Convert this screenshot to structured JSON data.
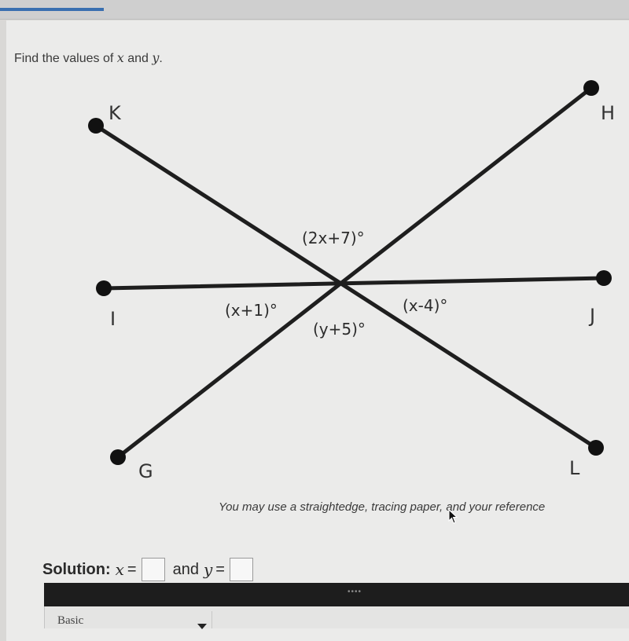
{
  "question": {
    "prefix": "Find the values of ",
    "var_x": "x",
    "conj": " and ",
    "var_y": "y",
    "suffix": "."
  },
  "diagram": {
    "points": {
      "K": "K",
      "H": "H",
      "I": "I",
      "J": "J",
      "G": "G",
      "L": "L"
    },
    "angles": {
      "top": "(2x+7)°",
      "left": "(x+1)°",
      "bottom": "(y+5)°",
      "right": "(x-4)°"
    }
  },
  "note": "You may use a straightedge, tracing paper, and your reference",
  "solution": {
    "label": "Solution:",
    "var_x": "x",
    "equals": "=",
    "and_text": "and",
    "var_y": "y",
    "equals2": "=",
    "x_value": "",
    "y_value": ""
  },
  "toolbar": {
    "grip": "••••"
  },
  "dropdown": {
    "selected": "Basic"
  }
}
